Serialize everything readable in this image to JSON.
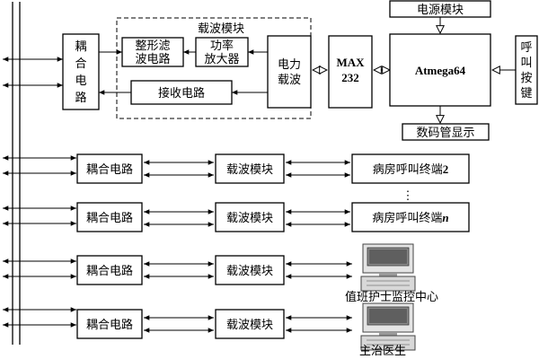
{
  "blocks": {
    "coupling_top": [
      "耦",
      "合",
      "电",
      "路"
    ],
    "shaping_filter": [
      "整形滤",
      "波电路"
    ],
    "carrier_module_title": "载波模块",
    "power_amp": [
      "功率",
      "放大器"
    ],
    "receive_circuit": "接收电路",
    "power_carrier": [
      "电力",
      "载波"
    ],
    "max232": [
      "MAX",
      "232"
    ],
    "power_module": "电源模块",
    "mcu": "Atmega64",
    "call_key": [
      "呼",
      "叫",
      "按",
      "键"
    ],
    "display": "数码管显示"
  },
  "rows": [
    {
      "coupling": "耦合电路",
      "carrier": "载波模块",
      "endpoint": "病房呼叫终端2",
      "endpoint_parts": [
        "病房呼叫终端",
        "2"
      ]
    },
    {
      "coupling": "耦合电路",
      "carrier": "载波模块",
      "endpoint": "病房呼叫终端n",
      "endpoint_parts": [
        "病房呼叫终端",
        "n"
      ]
    },
    {
      "coupling": "耦合电路",
      "carrier": "载波模块",
      "endpoint": "值班护士监控中心"
    },
    {
      "coupling": "耦合电路",
      "carrier": "载波模块",
      "endpoint": "主治医生"
    }
  ],
  "ellipsis": "⋮"
}
